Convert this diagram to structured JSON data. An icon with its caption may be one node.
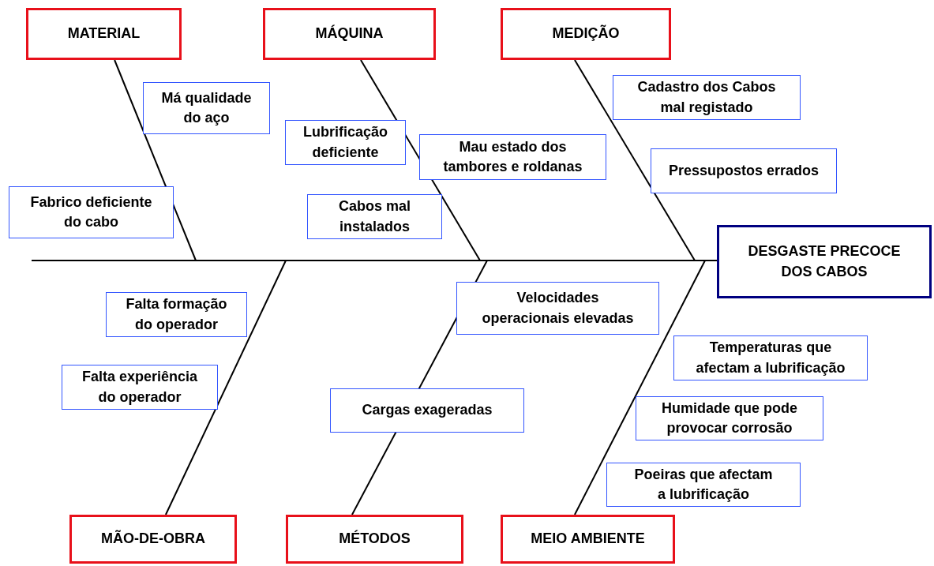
{
  "diagram": {
    "nodes": [
      {
        "text": [
          "MATERIAL"
        ]
      },
      {
        "text": [
          "MÁQUINA"
        ]
      },
      {
        "text": [
          "MEDIÇÃO"
        ]
      },
      {
        "text": [
          "Cadastro dos Cabos mal registado"
        ]
      },
      {
        "text": [
          "Má qualidade do aço"
        ]
      },
      {
        "text": [
          "Lubrificação deficiente"
        ]
      },
      {
        "text": [
          "Mau estado dos tambores e roldanas"
        ]
      },
      {
        "text": [
          "Pressupostos errados"
        ]
      },
      {
        "text": [
          "Fabrico deficiente do cabo"
        ]
      },
      {
        "text": [
          "Cabos mal instalados"
        ]
      },
      {
        "text": [
          "DESGASTE PRECOCE DOS CABOS"
        ]
      },
      {
        "text": [
          "Velocidades operacionais elevadas"
        ]
      },
      {
        "text": [
          "Falta formação do operador"
        ]
      },
      {
        "text": [
          "Temperaturas que afectam a lubrificação"
        ]
      },
      {
        "text": [
          "Falta experiência do operador"
        ]
      },
      {
        "text": [
          "Cargas exageradas"
        ]
      },
      {
        "text": [
          "Humidade que pode provocar corrosão"
        ]
      },
      {
        "text": [
          "Poeiras que afectam a lubrificação"
        ]
      },
      {
        "text": [
          "MÃO-DE-OBRA"
        ]
      },
      {
        "text": [
          "MÉTODOS"
        ]
      },
      {
        "text": [
          "MEIO AMBIENTE"
        ]
      }
    ],
    "edges": [
      {
        "from": null,
        "to": 10,
        "arrow": "none"
      },
      {
        "from": 0,
        "to": null,
        "arrow": "none"
      },
      {
        "from": 1,
        "to": null,
        "arrow": "none"
      },
      {
        "from": 2,
        "to": null,
        "arrow": "none"
      },
      {
        "from": 18,
        "to": null,
        "arrow": "none"
      },
      {
        "from": 19,
        "to": null,
        "arrow": "none"
      },
      {
        "from": 20,
        "to": null,
        "arrow": "none"
      }
    ]
  }
}
